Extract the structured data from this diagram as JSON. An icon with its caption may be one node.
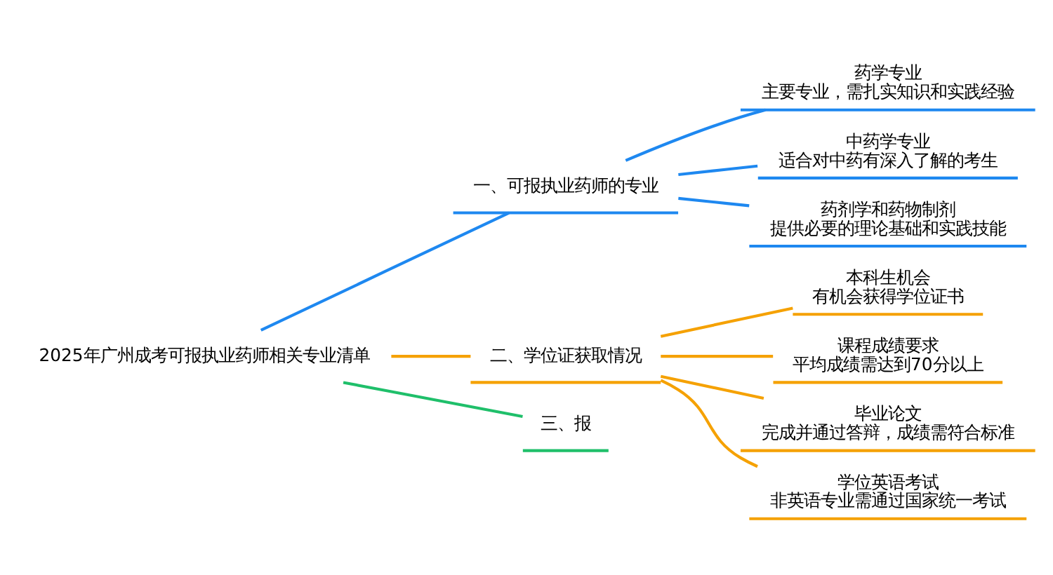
{
  "diagram": {
    "nodes": [
      {
        "text": [
          "2025年广州成考可报执业药师相关专业清单"
        ]
      },
      {
        "text": [
          "一、可报执业药师的专业"
        ]
      },
      {
        "text": [
          "药学专业",
          "主要专业，需扎实知识和实践经验"
        ]
      },
      {
        "text": [
          "中药学专业",
          "适合对中药有深入了解的考生"
        ]
      },
      {
        "text": [
          "药剂学和药物制剂",
          "提供必要的理论基础和实践技能"
        ]
      },
      {
        "text": [
          "二、学位证获取情况"
        ]
      },
      {
        "text": [
          "本科生机会",
          "有机会获得学位证书"
        ]
      },
      {
        "text": [
          "课程成绩要求",
          "平均成绩需达到70分以上"
        ]
      },
      {
        "text": [
          "毕业论文",
          "完成并通过答辩，成绩需符合标准"
        ]
      },
      {
        "text": [
          "学位英语考试",
          "非英语专业需通过国家统一考试"
        ]
      },
      {
        "text": [
          "三、报"
        ]
      }
    ],
    "edges": [
      {
        "from": 0,
        "to": 1,
        "arrow": "none",
        "color": "#1e88f0"
      },
      {
        "from": 1,
        "to": 2,
        "arrow": "none",
        "color": "#1e88f0"
      },
      {
        "from": 1,
        "to": 3,
        "arrow": "none",
        "color": "#1e88f0"
      },
      {
        "from": 1,
        "to": 4,
        "arrow": "none",
        "color": "#1e88f0"
      },
      {
        "from": 0,
        "to": 5,
        "arrow": "none",
        "color": "#f5a100"
      },
      {
        "from": 5,
        "to": 6,
        "arrow": "none",
        "color": "#f5a100"
      },
      {
        "from": 5,
        "to": 7,
        "arrow": "none",
        "color": "#f5a100"
      },
      {
        "from": 5,
        "to": 8,
        "arrow": "none",
        "color": "#f5a100"
      },
      {
        "from": 5,
        "to": 9,
        "arrow": "none",
        "color": "#f5a100"
      },
      {
        "from": 0,
        "to": 10,
        "arrow": "none",
        "color": "#1fbf6a"
      }
    ]
  }
}
